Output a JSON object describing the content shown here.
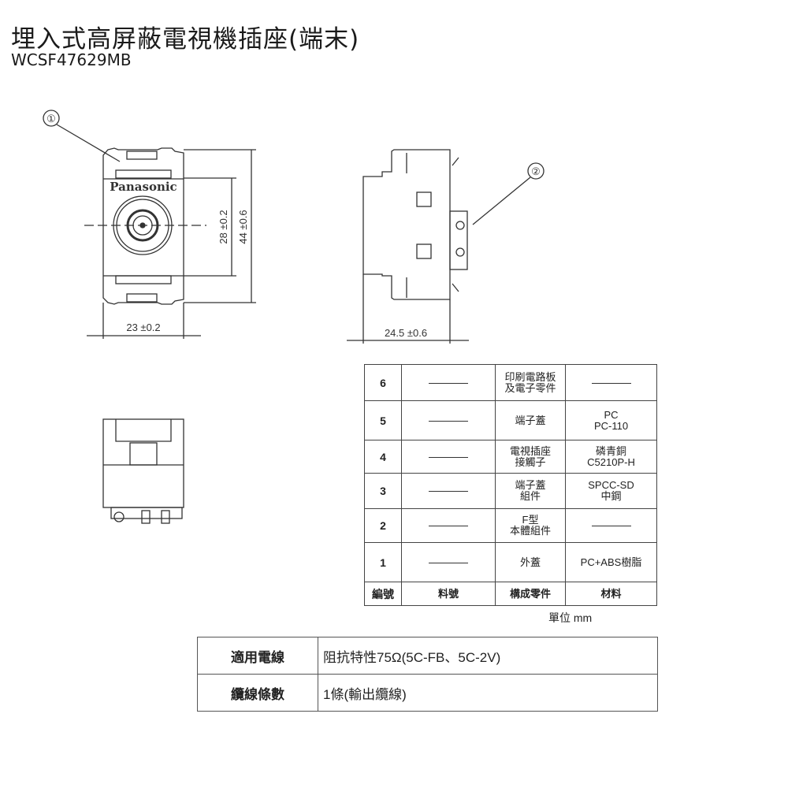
{
  "title": "埋入式高屏蔽電視機插座(端末)",
  "model": "WCSF47629MB",
  "drawing": {
    "callout_1": "①",
    "callout_2": "②",
    "brand": "Panasonic",
    "dim_height_inner": "28 ±0.2",
    "dim_height_outer": "44 ±0.6",
    "dim_width": "23 ±0.2",
    "dim_depth": "24.5 ±0.6"
  },
  "parts_table": {
    "rows": [
      {
        "no": "6",
        "part_no": "",
        "component": "印刷電路板\n及電子零件",
        "material": ""
      },
      {
        "no": "5",
        "part_no": "",
        "component": "端子蓋",
        "material": "PC\nPC-110"
      },
      {
        "no": "4",
        "part_no": "",
        "component": "電視插座\n接觸子",
        "material": "磷青銅\nC5210P-H"
      },
      {
        "no": "3",
        "part_no": "",
        "component": "端子蓋\n組件",
        "material": "SPCC-SD\n中鋼"
      },
      {
        "no": "2",
        "part_no": "",
        "component": "F型\n本體組件",
        "material": ""
      },
      {
        "no": "1",
        "part_no": "",
        "component": "外蓋",
        "material": "PC+ABS樹脂"
      }
    ],
    "headers": {
      "no": "編號",
      "part_no": "料號",
      "component": "構成零件",
      "material": "材料"
    },
    "unit": "單位 mm"
  },
  "spec_table": [
    {
      "label": "適用電線",
      "value": "阻抗特性75Ω(5C-FB、5C-2V)"
    },
    {
      "label": "纜線條數",
      "value": "1條(輸出纜線)"
    }
  ]
}
